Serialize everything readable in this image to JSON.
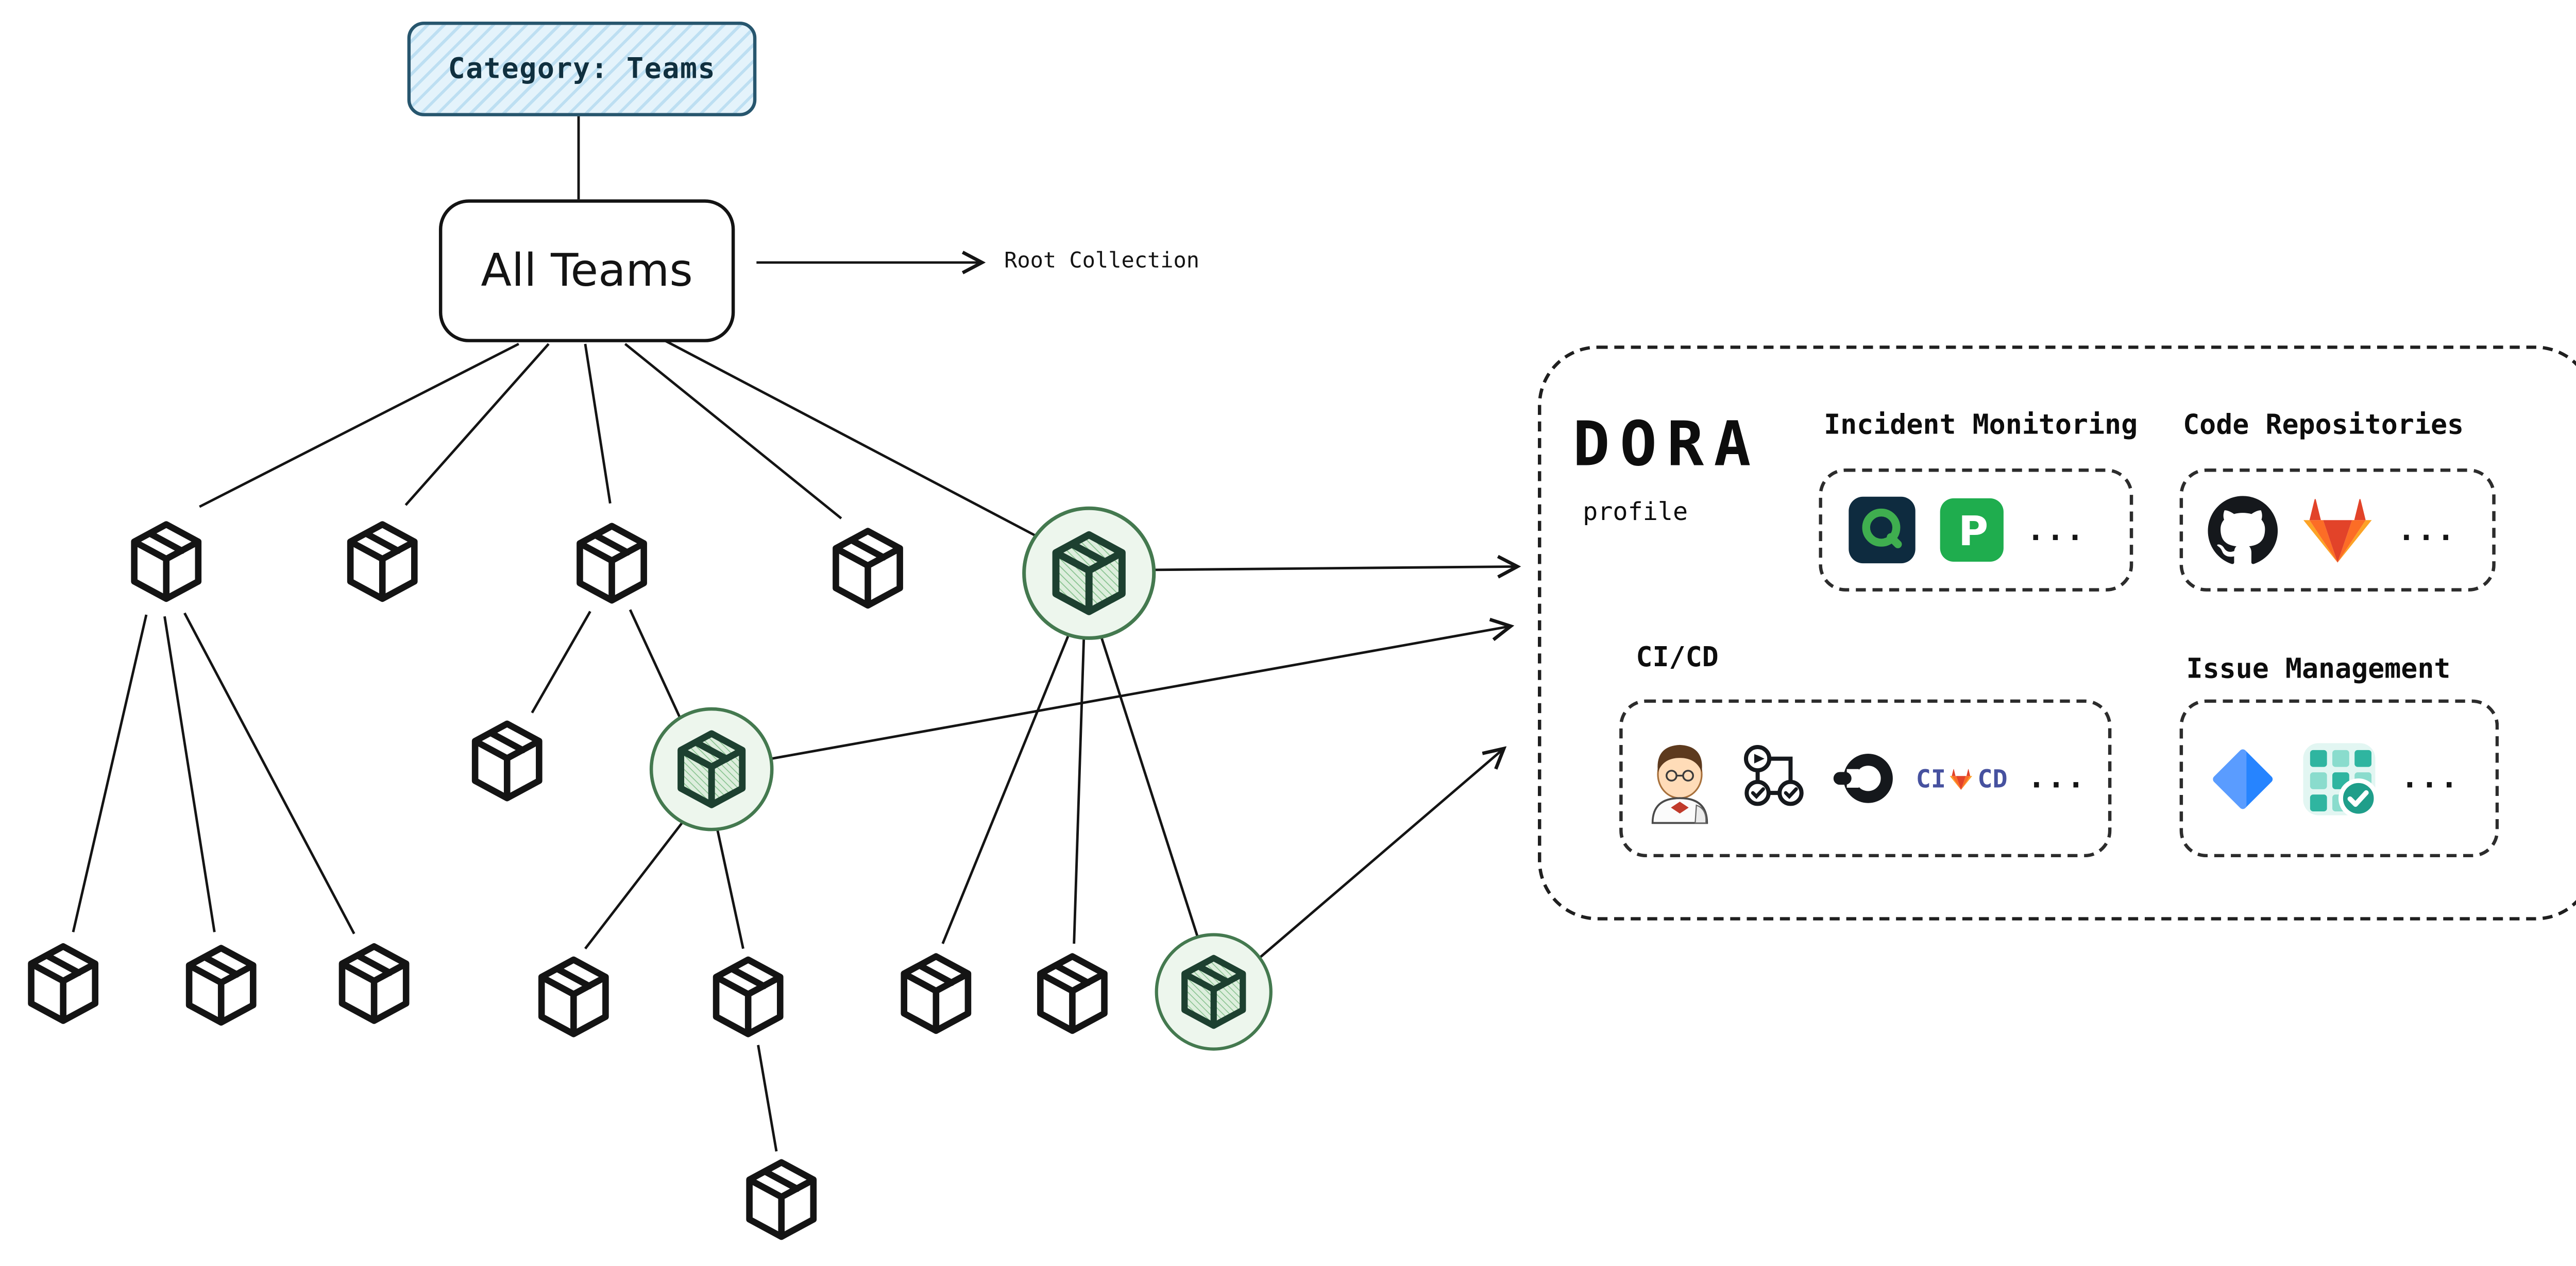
{
  "diagram": {
    "category_box": "Category: Teams",
    "root_node": "All Teams",
    "root_note": "Root Collection"
  },
  "panel": {
    "title": "DORA",
    "subtitle": "profile",
    "incident": {
      "label": "Incident Monitoring",
      "pagerduty_letter": "P",
      "more": "..."
    },
    "repos": {
      "label": "Code Repositories",
      "more": "..."
    },
    "cicd": {
      "label": "CI/CD",
      "ci": "CI",
      "cd": "CD",
      "more": "..."
    },
    "issues": {
      "label": "Issue Management",
      "more": "..."
    }
  },
  "icons": {
    "incident": [
      "oncall-q-icon",
      "pagerduty-icon"
    ],
    "repos": [
      "github-icon",
      "gitlab-icon"
    ],
    "cicd": [
      "jenkins-icon",
      "workflow-pipeline-icon",
      "circleci-icon",
      "gitlab-cicd-icon"
    ],
    "issues": [
      "jira-icon",
      "kanban-board-check-icon"
    ]
  },
  "colors": {
    "highlight_green": "#44794f",
    "category_blue": "#dff0f9",
    "pagerduty_green": "#1fad4e",
    "gitlab_orange": "#fc6d26",
    "gitlab_red": "#e24329",
    "gitlab_amber": "#fca326",
    "jira_blue": "#2684ff",
    "board_teal": "#2fb5a0"
  }
}
